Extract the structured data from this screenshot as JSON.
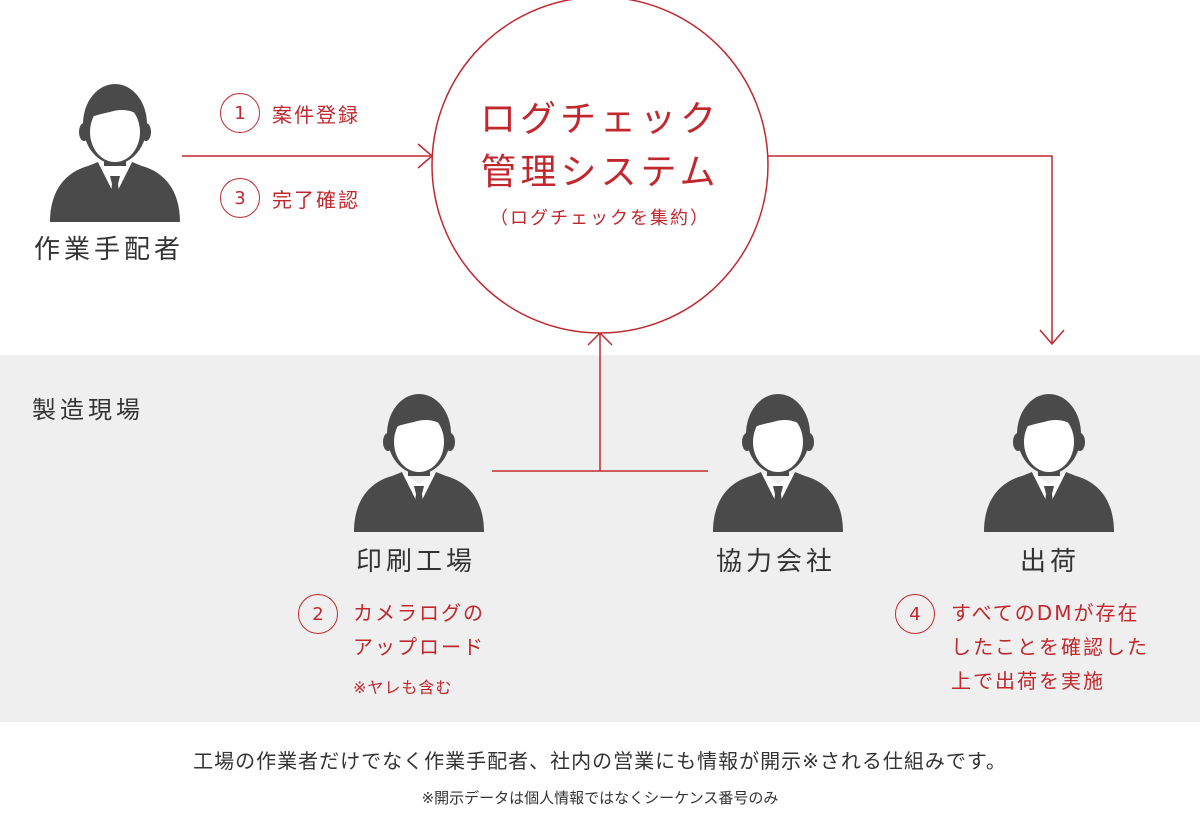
{
  "coordinator": {
    "label": "作業手配者"
  },
  "edge_steps": [
    {
      "num": "1",
      "label": "案件登録"
    },
    {
      "num": "3",
      "label": "完了確認"
    }
  ],
  "system": {
    "title_line1": "ログチェック",
    "title_line2": "管理システム",
    "subtitle": "（ログチェックを集約）"
  },
  "site": {
    "label": "製造現場",
    "nodes": [
      {
        "label": "印刷工場"
      },
      {
        "label": "協力会社"
      },
      {
        "label": "出荷"
      }
    ]
  },
  "print_step": {
    "num": "2",
    "line1": "カメラログの",
    "line2": "アップロード",
    "note": "※ヤレも含む"
  },
  "ship_step": {
    "num": "4",
    "line1": "すべてのDMが存在",
    "line2": "したことを確認した",
    "line3": "上で出荷を実施"
  },
  "footer": {
    "main": "工場の作業者だけでなく作業手配者、社内の営業にも情報が開示※される仕組みです。",
    "note": "※開示データは個人情報ではなくシーケンス番号のみ"
  },
  "colors": {
    "accent": "#c0282e",
    "person": "#4a4a4a",
    "band": "#efefef"
  },
  "icons": {
    "person": "business-person-icon",
    "arrow": "arrow-head"
  }
}
